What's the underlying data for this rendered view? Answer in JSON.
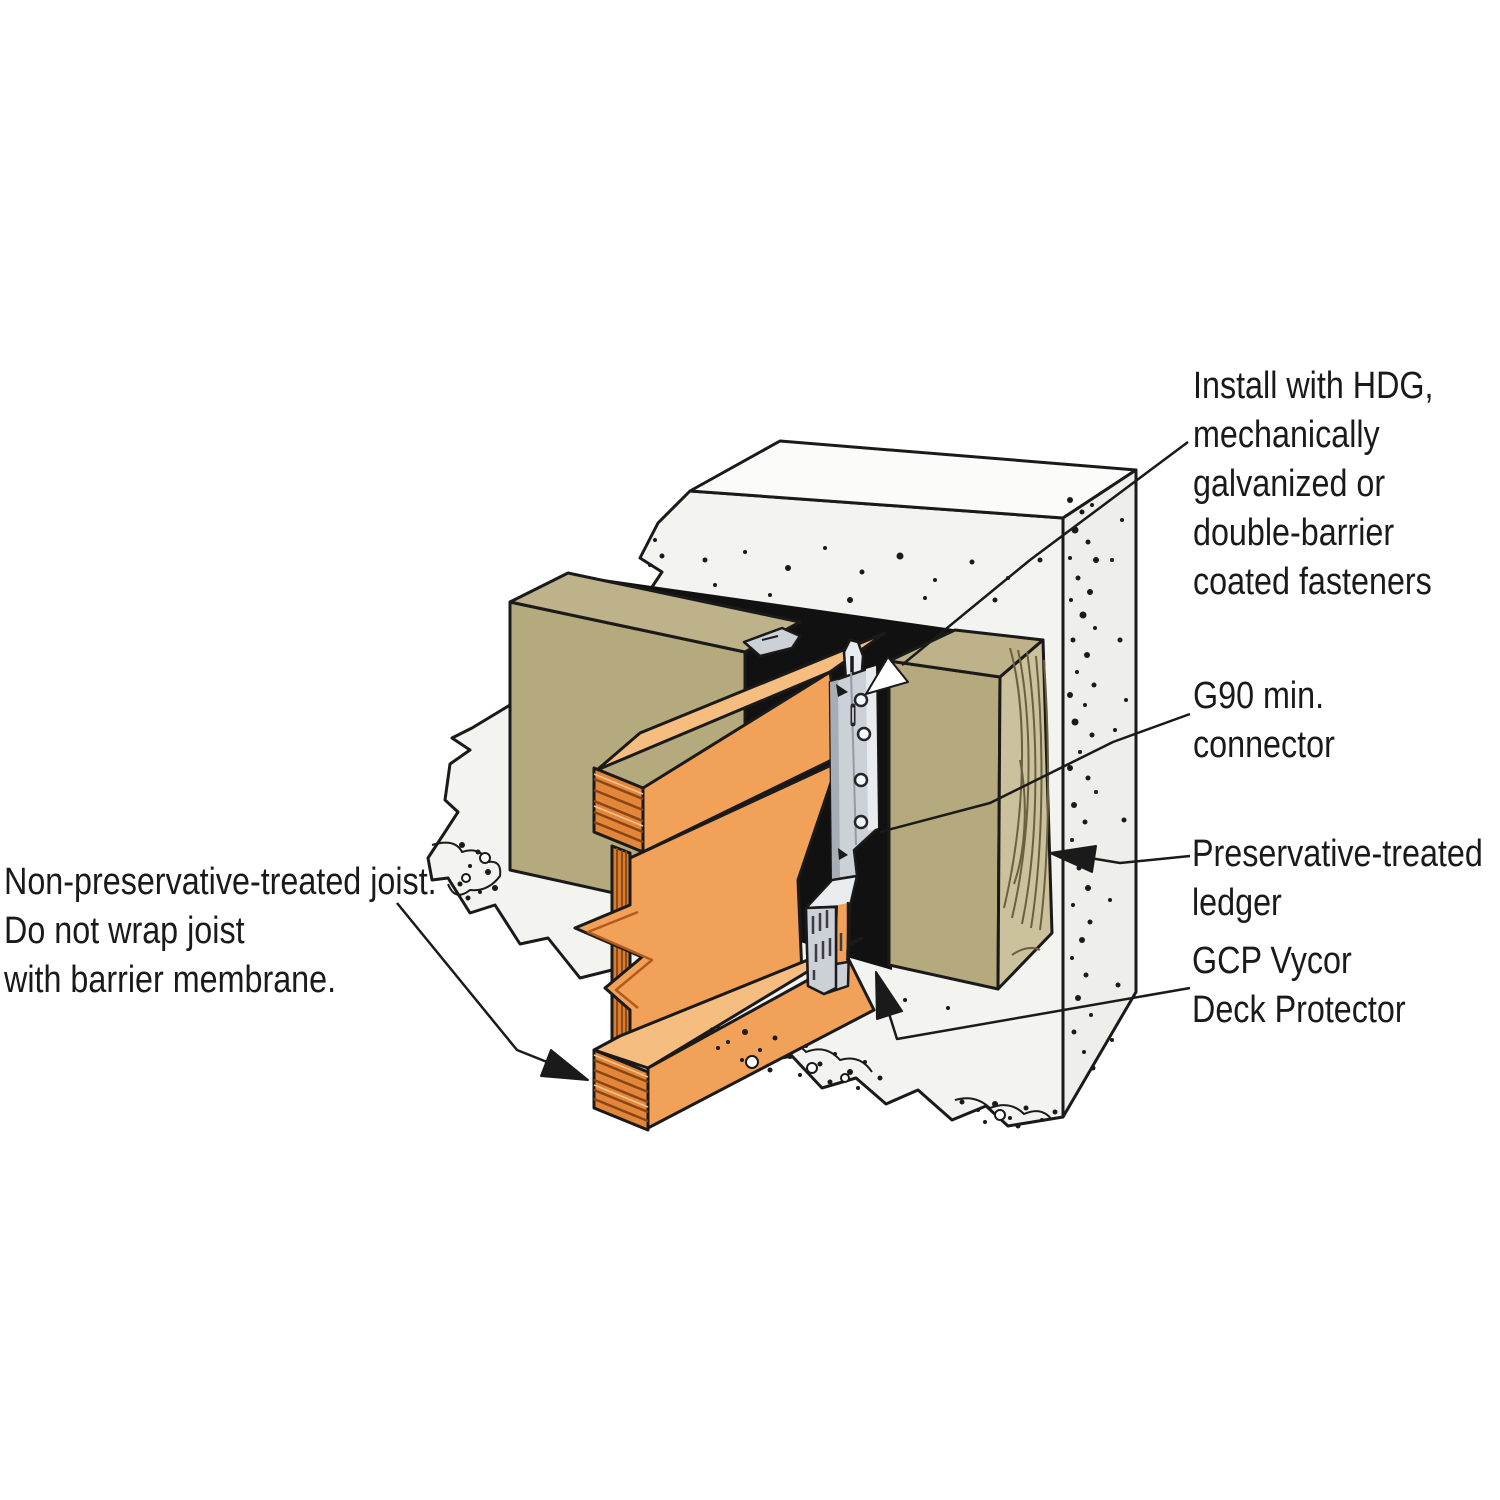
{
  "labels": {
    "joist_note": {
      "lines": [
        "Non-preservative-treated joist.",
        "Do not wrap joist",
        "with barrier membrane."
      ]
    },
    "fasteners_note": {
      "lines": [
        "Install with HDG,",
        "mechanically",
        "galvanized or",
        "double-barrier",
        "coated fasteners"
      ]
    },
    "connector": {
      "lines": [
        "G90 min.",
        "connector"
      ]
    },
    "ledger": {
      "lines": [
        "Preservative-treated",
        "ledger"
      ]
    },
    "membrane": {
      "lines": [
        "GCP Vycor",
        "Deck Protector"
      ]
    }
  },
  "colors": {
    "background": "#ffffff",
    "line": "#1a1a1a",
    "wall_top": "#fbfbf9",
    "wall_front": "#f3f3f0",
    "wall_side": "#eeeeea",
    "ledger_front": "#b5aa7e",
    "ledger_top": "#bdb289",
    "ledger_end": "#cbc19c",
    "ledger_grain": "#6a6040",
    "joist_front": "#f2a159",
    "joist_top": "#f6bd80",
    "joist_end": "#e2873a",
    "joist_end_dark": "#8a4516",
    "membrane_black": "#111111",
    "hanger": "#ccd1d7",
    "hanger_light": "#e9ecef",
    "hanger_shadow": "#a6adb5"
  }
}
